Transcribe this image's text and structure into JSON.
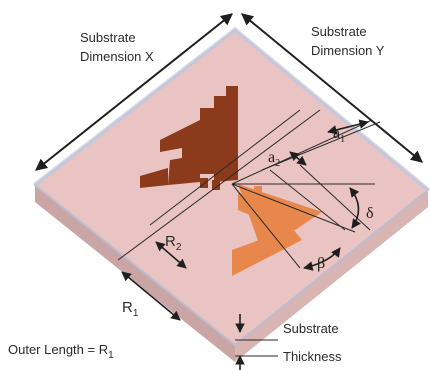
{
  "labels": {
    "substrate_x_line1": "Substrate",
    "substrate_x_line2": "Dimension X",
    "substrate_y_line1": "Substrate",
    "substrate_y_line2": "Dimension Y",
    "a1": "a",
    "a1_sub": "1",
    "a2": "a",
    "a2_sub": "2",
    "delta": "δ",
    "beta": "β",
    "r2": "R",
    "r2_sub": "2",
    "r1": "R",
    "r1_sub": "1",
    "substrate_line": "Substrate",
    "thickness_line": "Thickness",
    "outer_length": "Outer Length = R",
    "outer_length_sub": "1"
  },
  "colors": {
    "substrate_top": "#e9c4c2",
    "substrate_side_left": "#c9a5a5",
    "substrate_side_right": "#d8b4b2",
    "substrate_edge": "#c9c9da",
    "patch_dark": "#8b3a1c",
    "patch_light": "#e8874b",
    "line": "#2a2a2a"
  }
}
